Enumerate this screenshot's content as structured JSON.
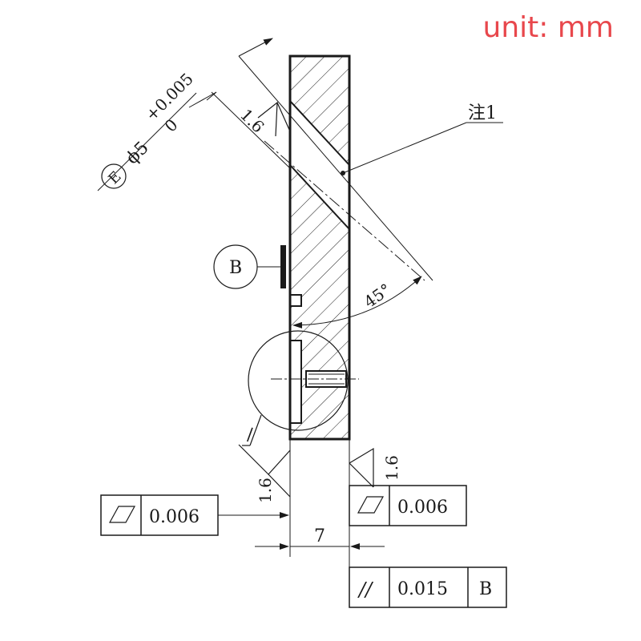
{
  "unit_label": "unit: mm",
  "tolerance_callout": {
    "envelope_symbol": "E",
    "diameter": "ϕ5",
    "upper_deviation": "+0.005",
    "lower_deviation": "0",
    "roughness": "1.6"
  },
  "note_label": "注1",
  "datum_label": "B",
  "angle_label": "45°",
  "detail_label": "一",
  "roughness_left": "1.6",
  "roughness_right": "1.6",
  "flatness_left": {
    "symbol": "flatness",
    "value": "0.006"
  },
  "flatness_right": {
    "symbol": "flatness",
    "value": "0.006"
  },
  "dimension_width": "7",
  "parallelism": {
    "symbol": "//",
    "value": "0.015",
    "datum": "B"
  },
  "colors": {
    "unit": "#e8474c",
    "line": "#1a1a1a"
  }
}
